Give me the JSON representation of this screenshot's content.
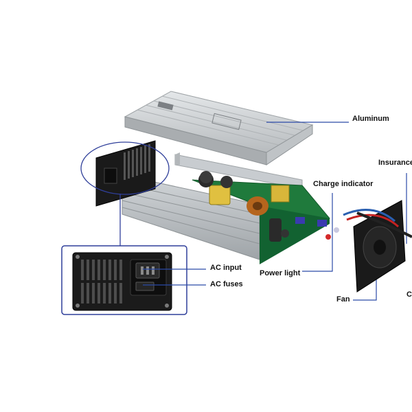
{
  "labels": {
    "aluminum": "Aluminum",
    "insurance": "Insurance",
    "charge_indicator": "Charge indicator",
    "power_light": "Power light",
    "ac_input": "AC input",
    "ac_fuses": "AC fuses",
    "fan": "Fan",
    "partial_right": "C"
  },
  "colors": {
    "leader_line": "#2b4aa8",
    "callout_border": "#2f3f9a",
    "aluminum": "#c9cdd0",
    "pcb": "#1f7a3c",
    "panel_black": "#1a1a1a"
  },
  "icons": [
    "cooling-fan-icon",
    "ac-socket-icon"
  ]
}
